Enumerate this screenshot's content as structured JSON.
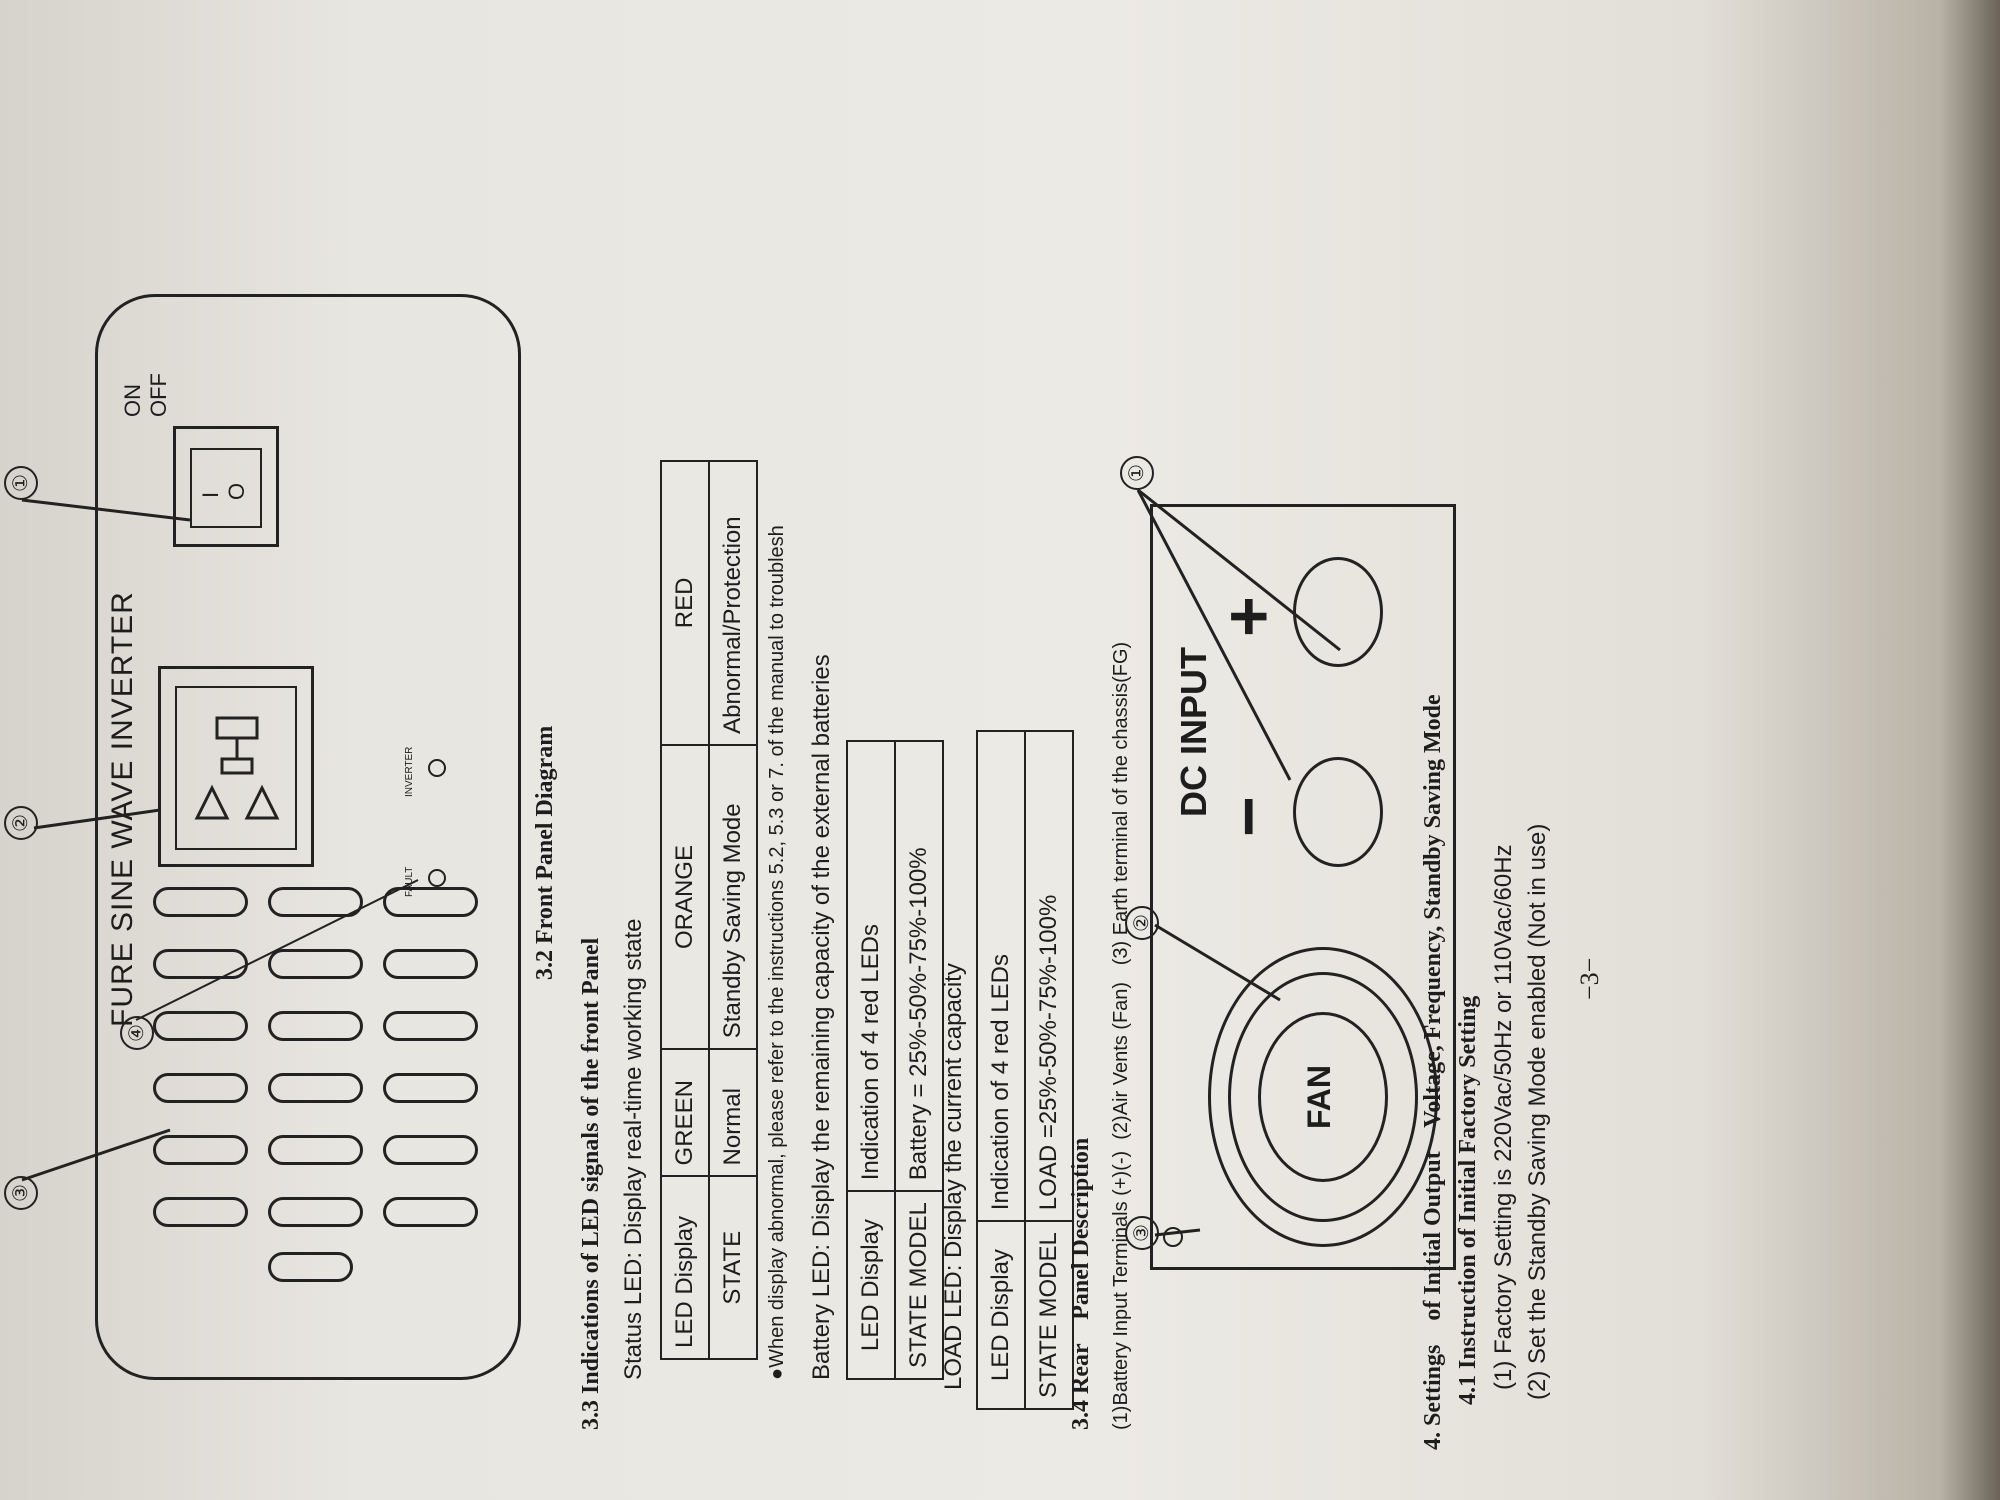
{
  "front_panel": {
    "title": "FURE SINE WAVE INVERTER",
    "on_label": "ON",
    "off_label": "OFF",
    "fault_label": "FAULT",
    "inverter_label": "INVERTER",
    "callouts": [
      "①",
      "②",
      "③",
      "④"
    ]
  },
  "sec_3_2": {
    "heading": "3.2 Front Panel Diagram"
  },
  "sec_3_3": {
    "heading": "3.3 Indications of LED signals of the front Panel",
    "status_led_text": "Status LED:  Display real-time working state",
    "status_table": {
      "rows": [
        [
          "LED Display",
          "GREEN",
          "ORANGE",
          "RED"
        ],
        [
          "STATE",
          "Normal",
          "Standby Saving Mode",
          "Abnormal/Protection"
        ]
      ]
    },
    "note": "When display abnormal, please refer to the instructions 5.2, 5.3 or 7. of the manual to troublesh",
    "battery_led_text": "Battery LED:  Display the remaining capacity of the external batteries",
    "battery_table": {
      "rows": [
        [
          "LED Display",
          "Indication of 4 red LEDs"
        ],
        [
          "STATE MODEL",
          "Battery = 25%-50%-75%-100%"
        ]
      ]
    },
    "load_led_text": "LOAD LED:  Display the current capacity",
    "load_table": {
      "rows": [
        [
          "LED Display",
          "Indication of 4 red LEDs"
        ],
        [
          "STATE MODEL",
          "LOAD =25%-50%-75%-100%"
        ]
      ]
    }
  },
  "sec_3_4": {
    "heading": "3.4 Rear    Panel Description",
    "items_text": "(1)Battery Input Terminals (+)(-)  (2)Air Vents (Fan)   (3) Earth terminal of the chassis(FG)",
    "fan_label": "FAN",
    "dc_input_label": "DC INPUT",
    "minus_sign": "−",
    "plus_sign": "+",
    "callouts": [
      "①",
      "②",
      "③"
    ]
  },
  "sec_4": {
    "heading": "4. Settings    of Initial Output    Voltage, Frequency, Standby Saving Mode",
    "sub_heading": "4.1 Instruction of Initial Factory Setting",
    "line1": "(1) Factory Setting is 220Vac/50Hz or 110Vac/60Hz",
    "line2": "(2) Set the Standby Saving Mode enabled (Not in use)"
  },
  "page_number": "−3−"
}
